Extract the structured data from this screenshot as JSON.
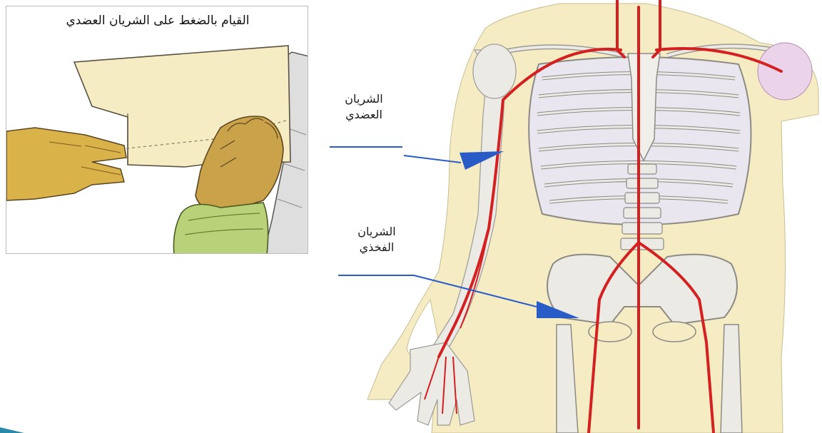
{
  "caption": "القيام بالضغط على الشريان العضدي",
  "labels": {
    "brachial_line1": "الشريان",
    "brachial_line2": "العضدي",
    "femoral_line1": "الشريان",
    "femoral_line2": "الفخذي"
  },
  "colors": {
    "artery": "#d42020",
    "skin": "#f6ecc4",
    "bone": "#ebeae6",
    "pointer": "#2a5cc8"
  }
}
